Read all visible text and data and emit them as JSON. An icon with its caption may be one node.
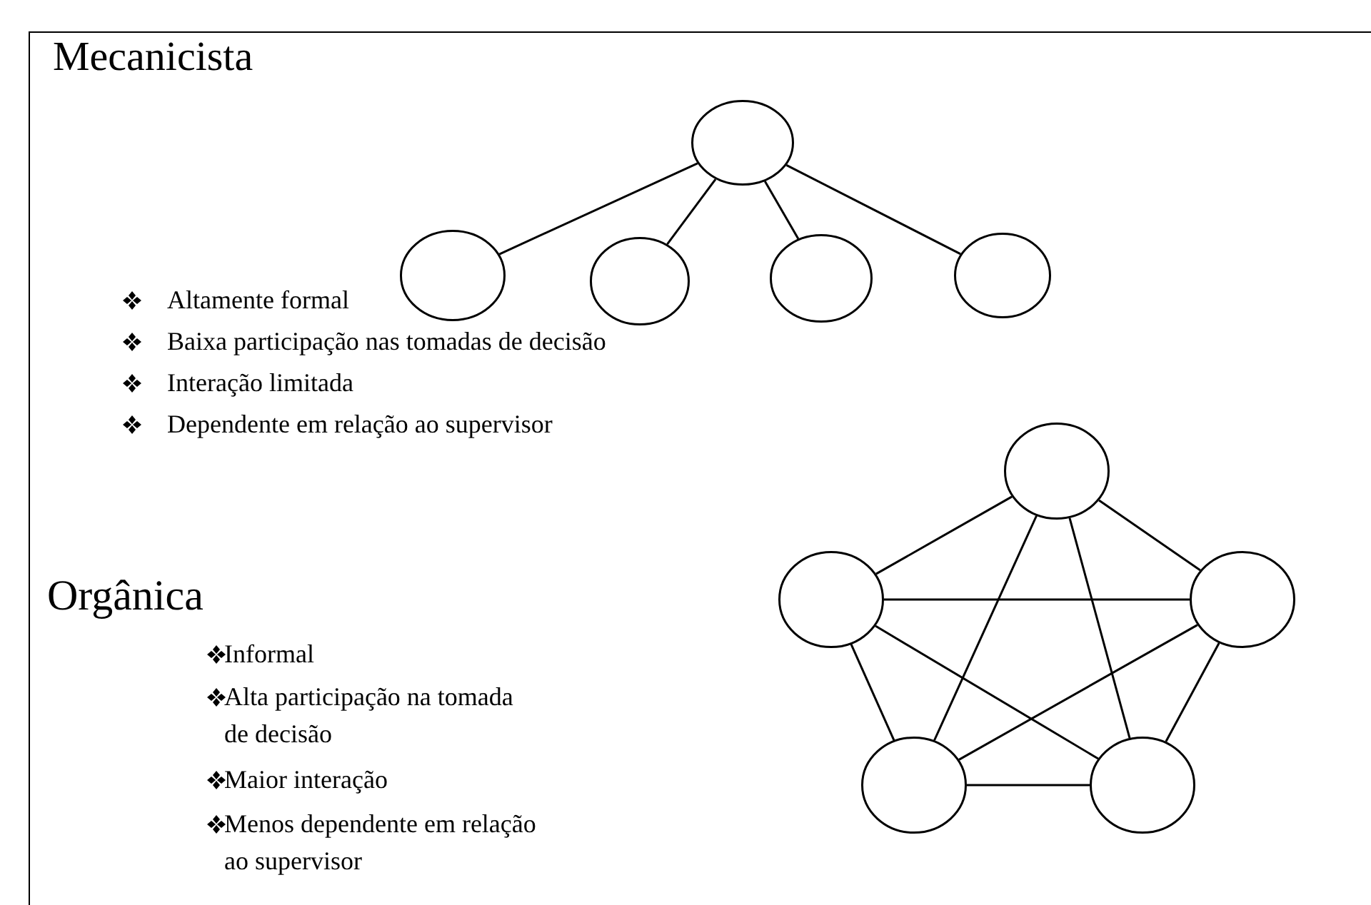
{
  "diagram": {
    "nodes": [
      {
        "text": [],
        "shape": "circle"
      },
      {
        "text": [],
        "shape": "circle"
      },
      {
        "text": [],
        "shape": "circle"
      },
      {
        "text": [],
        "shape": "circle"
      },
      {
        "text": [],
        "shape": "circle"
      },
      {
        "text": [],
        "shape": "circle"
      },
      {
        "text": [],
        "shape": "circle"
      },
      {
        "text": [],
        "shape": "circle"
      },
      {
        "text": [],
        "shape": "circle"
      },
      {
        "text": [],
        "shape": "circle"
      }
    ],
    "edges": [
      {
        "from": 0,
        "to": 1,
        "arrow": "none"
      },
      {
        "from": 0,
        "to": 2,
        "arrow": "none"
      },
      {
        "from": 0,
        "to": 3,
        "arrow": "none"
      },
      {
        "from": 0,
        "to": 4,
        "arrow": "none"
      },
      {
        "from": 5,
        "to": 6,
        "arrow": "none"
      },
      {
        "from": 5,
        "to": 7,
        "arrow": "none"
      },
      {
        "from": 5,
        "to": 8,
        "arrow": "none"
      },
      {
        "from": 5,
        "to": 9,
        "arrow": "none"
      },
      {
        "from": 6,
        "to": 7,
        "arrow": "none"
      },
      {
        "from": 6,
        "to": 8,
        "arrow": "none"
      },
      {
        "from": 6,
        "to": 9,
        "arrow": "none"
      },
      {
        "from": 7,
        "to": 8,
        "arrow": "none"
      },
      {
        "from": 7,
        "to": 9,
        "arrow": "none"
      },
      {
        "from": 8,
        "to": 9,
        "arrow": "none"
      }
    ],
    "labels": [
      "Mecanicista",
      "Altamente formal",
      "Baixa participação nas tomadas de decisão",
      "Interação limitada",
      "Dependente em relação ao supervisor",
      "Orgânica",
      "Informal",
      "Alta participação na tomada de decisão",
      "Maior interação",
      "Menos dependente em relação ao supervisor"
    ]
  }
}
